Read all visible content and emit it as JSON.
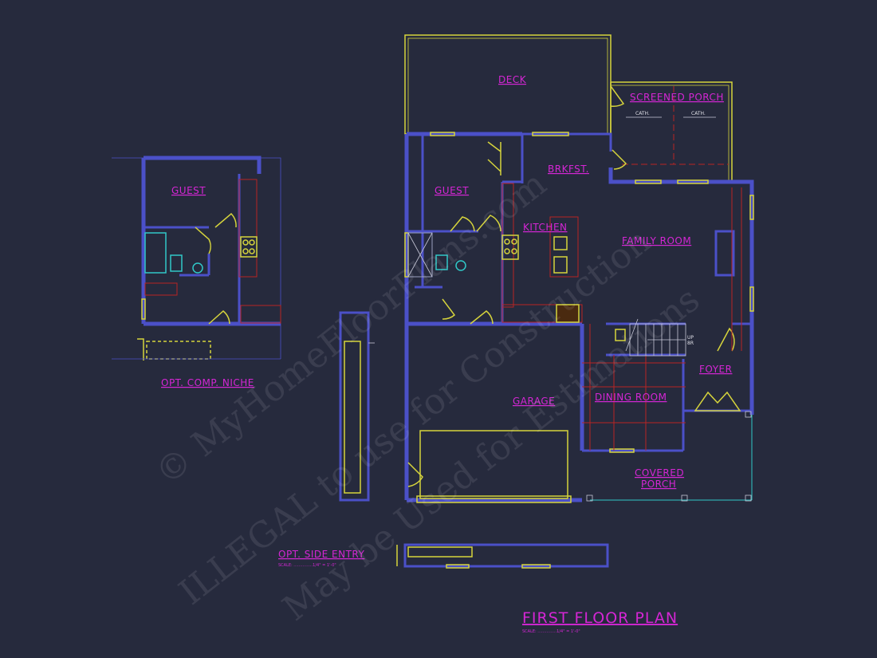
{
  "drawing": {
    "title": "FIRST FLOOR PLAN",
    "title_scale": "SCALE: ...............1/4\" = 1'-0\"",
    "colors": {
      "background": "#262a3d",
      "walls": "#4b50c8",
      "fixtures": "#d6d43c",
      "labels": "#d426d4",
      "beams": "#b82424"
    }
  },
  "main_plan": {
    "rooms": {
      "deck": "DECK",
      "screened_porch": "SCREENED PORCH",
      "cath_left": "CATH.",
      "cath_right": "CATH.",
      "brkfst": "BRKFST.",
      "guest": "GUEST",
      "kitchen": "KITCHEN",
      "family_room": "FAMILY ROOM",
      "foyer": "FOYER",
      "garage": "GARAGE",
      "dining_room": "DINING ROOM",
      "covered_porch_1": "COVERED",
      "covered_porch_2": "PORCH"
    },
    "stair_note_1": "UP",
    "stair_note_2": "8R"
  },
  "opt_comp_niche": {
    "room": "GUEST",
    "title": "OPT. COMP. NICHE"
  },
  "opt_side_entry": {
    "title": "OPT. SIDE ENTRY",
    "scale": "SCALE: ...............1/4\" = 1'-0\""
  },
  "watermark": {
    "line1": "© MyHomeFloorPlans.com",
    "line2": "ILLEGAL to use for Construction",
    "line3": "May be Used for Estimations"
  }
}
